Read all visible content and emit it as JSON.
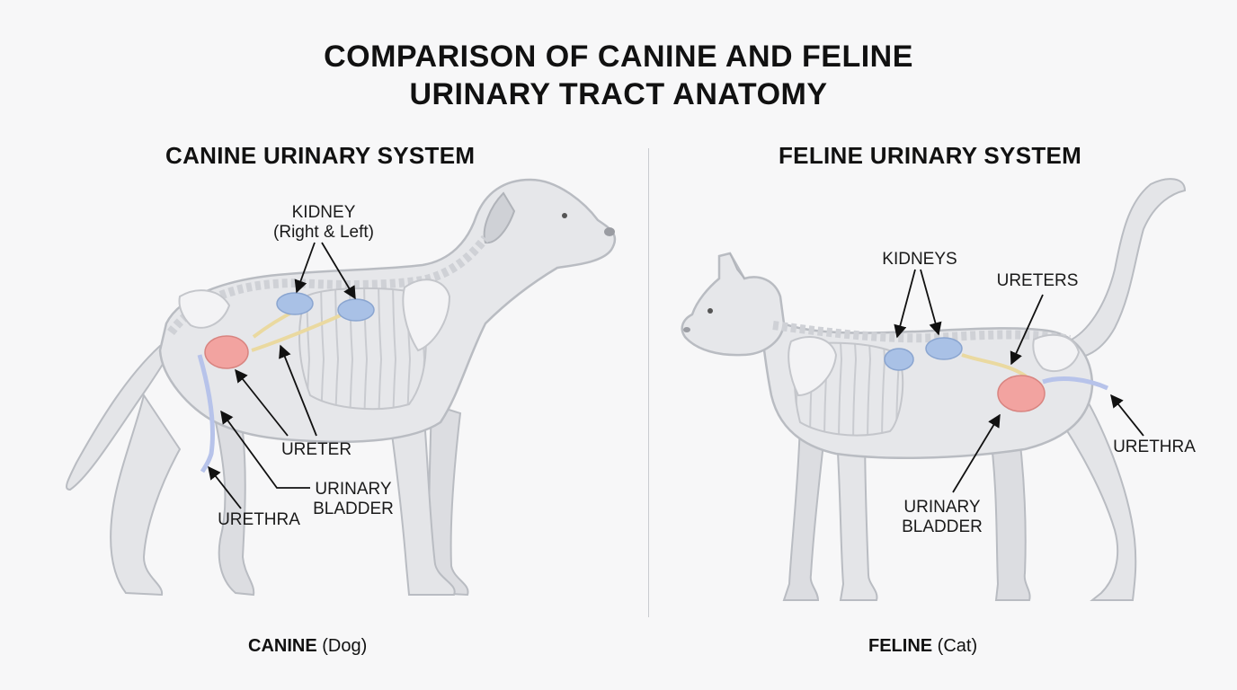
{
  "title": {
    "line1": "COMPARISON OF CANINE AND FELINE",
    "line2": "URINARY TRACT ANATOMY"
  },
  "canine": {
    "heading": "CANINE URINARY SYSTEM",
    "labels": {
      "kidney": "KIDNEY",
      "kidney_sub": "(Right & Left)",
      "ureter": "URETER",
      "bladder_1": "URINARY",
      "bladder_2": "BLADDER",
      "urethra": "URETHRA"
    },
    "caption_bold": "CANINE",
    "caption_rest": " (Dog)"
  },
  "feline": {
    "heading": "FELINE URINARY SYSTEM",
    "labels": {
      "kidneys": "KIDNEYS",
      "ureters": "URETERS",
      "urethra": "URETHRA",
      "bladder_1": "URINARY",
      "bladder_2": "BLADDER"
    },
    "caption_bold": "FELINE",
    "caption_rest": " (Cat)"
  },
  "colors": {
    "body": "#e4e5e8",
    "outline": "#b9bcc2",
    "bone": "#f3f3f5",
    "kidney": "#a9c1e6",
    "bladder": "#f2a3a0",
    "ureter": "#ead9a0",
    "urethra": "#b7c3ea"
  }
}
